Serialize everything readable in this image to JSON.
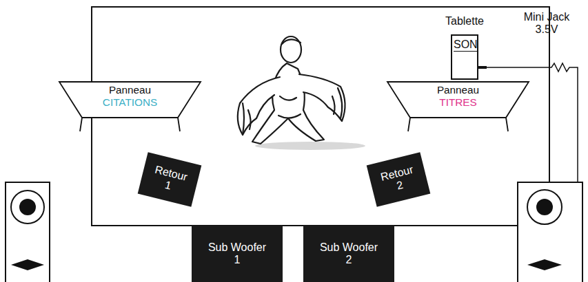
{
  "diagram": {
    "nodes": [
      {
        "text": [
          "Tablette",
          "SON"
        ]
      },
      {
        "text": [
          "Panneau",
          "CITATIONS"
        ]
      },
      {
        "text": [
          "Panneau",
          "TITRES"
        ]
      },
      {
        "text": [
          "Retour 1"
        ]
      },
      {
        "text": [
          "Retour 2"
        ]
      },
      {
        "text": [
          "Sub Woofer 1"
        ]
      },
      {
        "text": [
          "Sub Woofer 2"
        ]
      }
    ],
    "labels": [
      "Mini Jack 3.5V"
    ]
  }
}
